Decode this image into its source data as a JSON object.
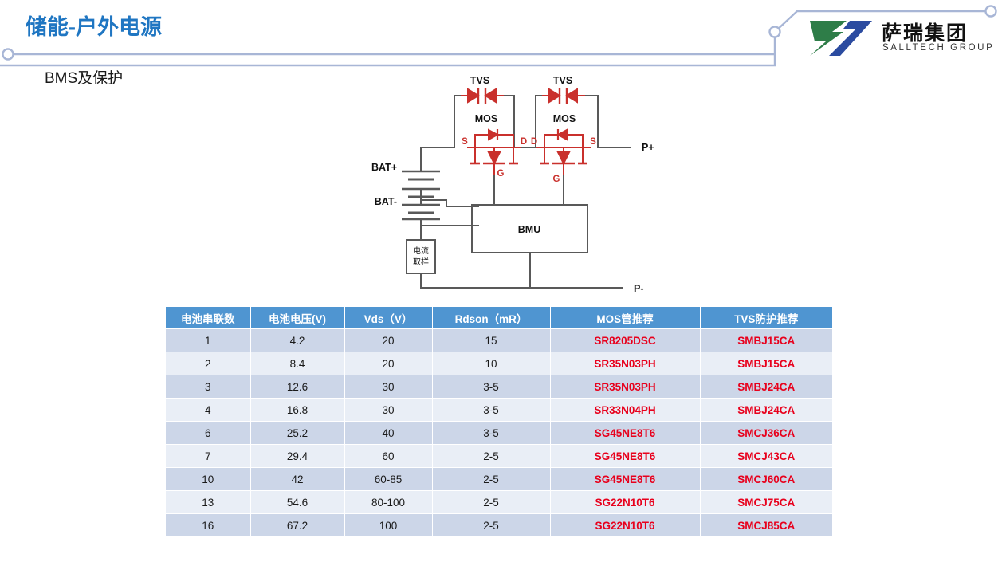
{
  "header": {
    "title": "储能-户外电源",
    "subtitle": "BMS及保护",
    "accent_color": "#1f76c2",
    "deco_line_color": "#a8b6d6"
  },
  "logo": {
    "cn_name": "萨瑞集团",
    "en_name": "SALLTECH GROUP",
    "mark_green": "#2e7d48",
    "mark_blue": "#2b4ba0"
  },
  "circuit": {
    "labels": {
      "tvs_left": "TVS",
      "tvs_right": "TVS",
      "mos_left": "MOS",
      "mos_right": "MOS",
      "bat_plus": "BAT+",
      "bat_minus": "BAT-",
      "p_plus": "P+",
      "p_minus": "P-",
      "bmu": "BMU",
      "current_sense_line1": "电流",
      "current_sense_line2": "取样",
      "mos_left_s": "S",
      "mos_left_d": "D",
      "mos_left_g": "G",
      "mos_right_d": "D",
      "mos_right_s": "S",
      "mos_right_g": "G"
    },
    "wire_color": "#595959",
    "device_color": "#c9302c"
  },
  "table": {
    "header_bg": "#4f95d1",
    "row_odd_bg": "#ccd6e8",
    "row_even_bg": "#e9eef6",
    "part_color": "#e8001c",
    "columns": [
      "电池串联数",
      "电池电压(V)",
      "Vds（V）",
      "Rdson（mR）",
      "MOS管推荐",
      "TVS防护推荐"
    ],
    "rows": [
      {
        "series": "1",
        "voltage": "4.2",
        "vds": "20",
        "rdson": "15",
        "mos": "SR8205DSC",
        "tvs": "SMBJ15CA"
      },
      {
        "series": "2",
        "voltage": "8.4",
        "vds": "20",
        "rdson": "10",
        "mos": "SR35N03PH",
        "tvs": "SMBJ15CA"
      },
      {
        "series": "3",
        "voltage": "12.6",
        "vds": "30",
        "rdson": "3-5",
        "mos": "SR35N03PH",
        "tvs": "SMBJ24CA"
      },
      {
        "series": "4",
        "voltage": "16.8",
        "vds": "30",
        "rdson": "3-5",
        "mos": "SR33N04PH",
        "tvs": "SMBJ24CA"
      },
      {
        "series": "6",
        "voltage": "25.2",
        "vds": "40",
        "rdson": "3-5",
        "mos": "SG45NE8T6",
        "tvs": "SMCJ36CA"
      },
      {
        "series": "7",
        "voltage": "29.4",
        "vds": "60",
        "rdson": "2-5",
        "mos": "SG45NE8T6",
        "tvs": "SMCJ43CA"
      },
      {
        "series": "10",
        "voltage": "42",
        "vds": "60-85",
        "rdson": "2-5",
        "mos": "SG45NE8T6",
        "tvs": "SMCJ60CA"
      },
      {
        "series": "13",
        "voltage": "54.6",
        "vds": "80-100",
        "rdson": "2-5",
        "mos": "SG22N10T6",
        "tvs": "SMCJ75CA"
      },
      {
        "series": "16",
        "voltage": "67.2",
        "vds": "100",
        "rdson": "2-5",
        "mos": "SG22N10T6",
        "tvs": "SMCJ85CA"
      }
    ]
  }
}
